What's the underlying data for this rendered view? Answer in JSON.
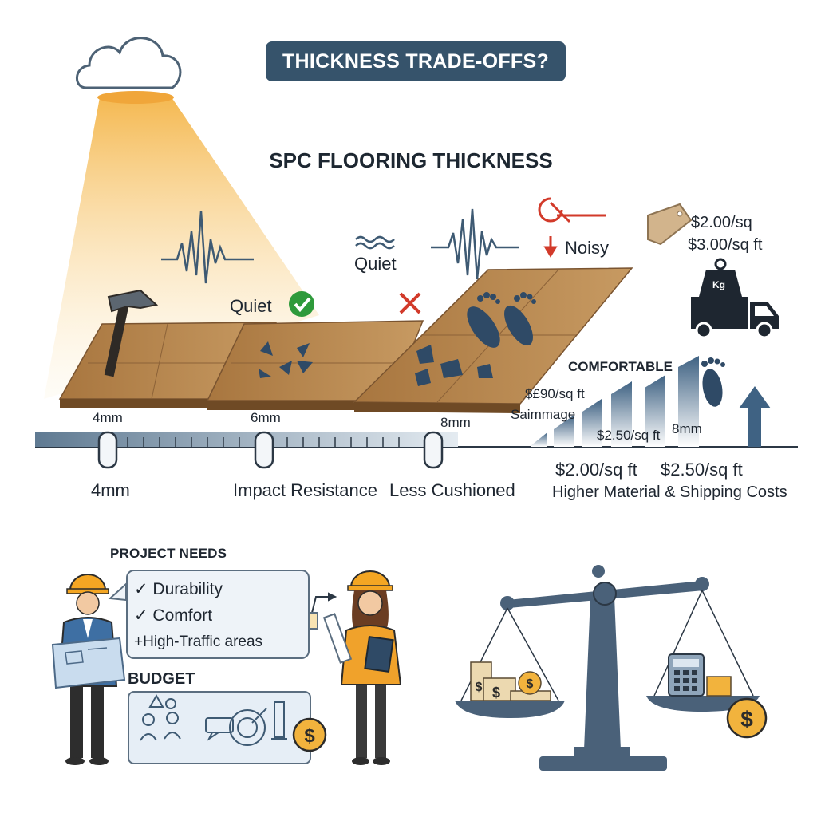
{
  "header": {
    "title": "THICKNESS TRADE-OFFS?"
  },
  "subtitle": "SPC FLOORING THICKNESS",
  "annotations": {
    "quiet_top": "Quiet",
    "noisy": "Noisy",
    "quiet_check": "Quiet",
    "comfortable": "COMFORTABLE",
    "price_tag_line1": "$2.00/sq",
    "price_tag_line2": "$3.00/sq ft",
    "price_mid_1": "$£90/sq ft",
    "price_mid_2": "Saimmage",
    "price_mid_3": "$2.50/sq ft",
    "weight_label": "Kg"
  },
  "planks": {
    "plank1_label": "4mm",
    "plank2_label": "6mm",
    "plank3_label": "8mm",
    "chart_8mm": "8mm"
  },
  "scale_bar": {
    "left": "4mm",
    "mid": "Impact Resistance",
    "right": "Less Cushioned"
  },
  "costs": {
    "price_a": "$2.00/sq ft",
    "price_b": "$2.50/sq ft",
    "caption": "Higher Material & Shipping Costs"
  },
  "project_needs": {
    "heading": "PROJECT NEEDS",
    "items": [
      "✓ Durability",
      "✓ Comfort",
      "+High-Traffic areas"
    ]
  },
  "budget": {
    "heading": "BUDGET"
  },
  "icons": [
    "cloud-icon",
    "hammer-icon",
    "check-icon",
    "cross-icon",
    "footprint-icon",
    "truck-icon",
    "weight-icon",
    "price-tag-icon",
    "dollar-coin-icon",
    "calculator-icon",
    "balance-scale-icon",
    "arrow-up-icon",
    "sound-wave-icon"
  ],
  "colors": {
    "accent": "#36536b",
    "wood": "#b98a55",
    "check": "#2e9a3b",
    "cross": "#d23a2a",
    "light": "#f6c66a"
  }
}
